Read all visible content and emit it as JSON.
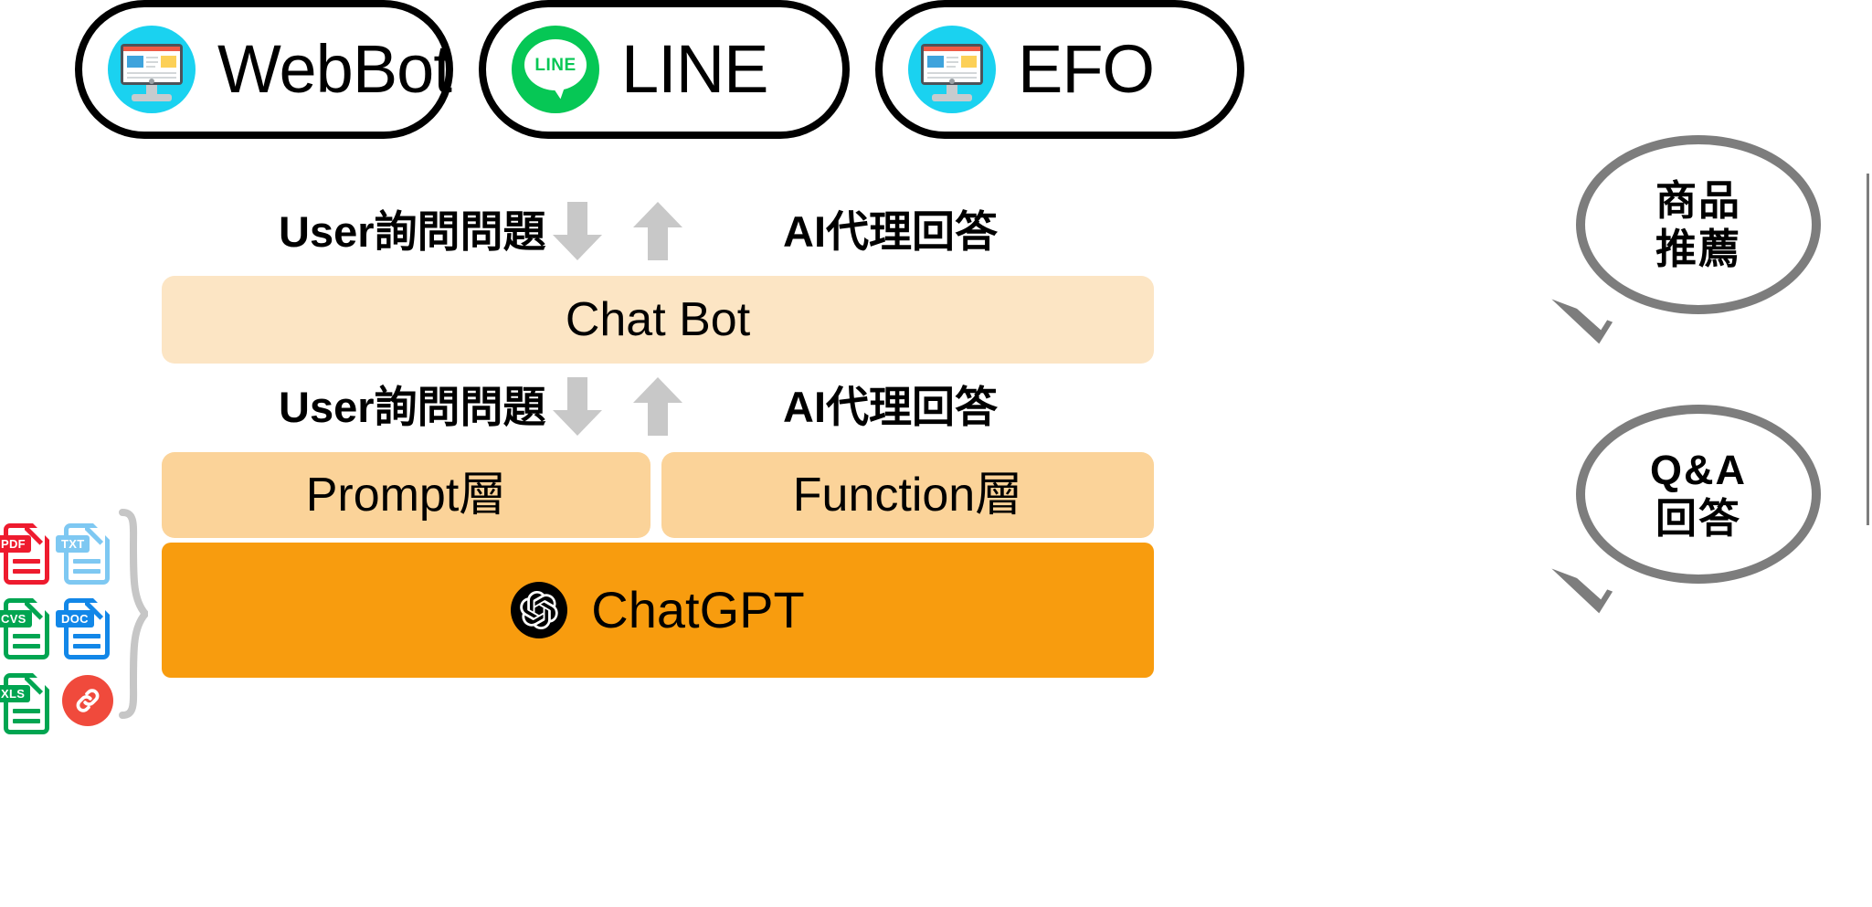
{
  "channels": [
    {
      "id": "webbot",
      "label": "WebBot",
      "icon": "web-monitor-icon",
      "icon_color": "#1ad2f0"
    },
    {
      "id": "line",
      "label": "LINE",
      "icon": "line-logo-icon",
      "icon_color": "#06c755",
      "icon_text": "LINE"
    },
    {
      "id": "efo",
      "label": "EFO",
      "icon": "web-monitor-icon",
      "icon_color": "#1ad2f0"
    }
  ],
  "flows": [
    {
      "id": "flow-top",
      "left_label": "User詢問問題",
      "right_label": "AI代理回答",
      "arrows": [
        "arrow-down",
        "arrow-up"
      ]
    },
    {
      "id": "flow-bottom",
      "left_label": "User詢問問題",
      "right_label": "AI代理回答",
      "arrows": [
        "arrow-down",
        "arrow-up"
      ]
    }
  ],
  "layers": {
    "chatbot": {
      "label": "Chat Bot",
      "color": "#fce5c4"
    },
    "prompt": {
      "label": "Prompt層",
      "color": "#fbd399"
    },
    "function": {
      "label": "Function層",
      "color": "#fbd399"
    },
    "chatgpt": {
      "label": "ChatGPT",
      "color": "#f89c0e",
      "logo": "openai-logo-icon"
    }
  },
  "callouts": [
    {
      "id": "product-recommendation",
      "line1": "商品",
      "line2": "推薦",
      "border_color": "#7d7d7d"
    },
    {
      "id": "qa-answer",
      "line1": "Q&A",
      "line2": "回答",
      "border_color": "#7d7d7d"
    }
  ],
  "sources": [
    {
      "id": "pdf",
      "label": "PDF",
      "color": "#ee1b2e"
    },
    {
      "id": "txt",
      "label": "TXT",
      "color": "#7ec8f2"
    },
    {
      "id": "cvs",
      "label": "CVS",
      "color": "#00a551"
    },
    {
      "id": "doc",
      "label": "DOC",
      "color": "#1287e8"
    },
    {
      "id": "xls",
      "label": "XLS",
      "color": "#00a551"
    },
    {
      "id": "link",
      "label": "",
      "color": "#f04a3c",
      "icon": "link-chain-icon"
    }
  ]
}
